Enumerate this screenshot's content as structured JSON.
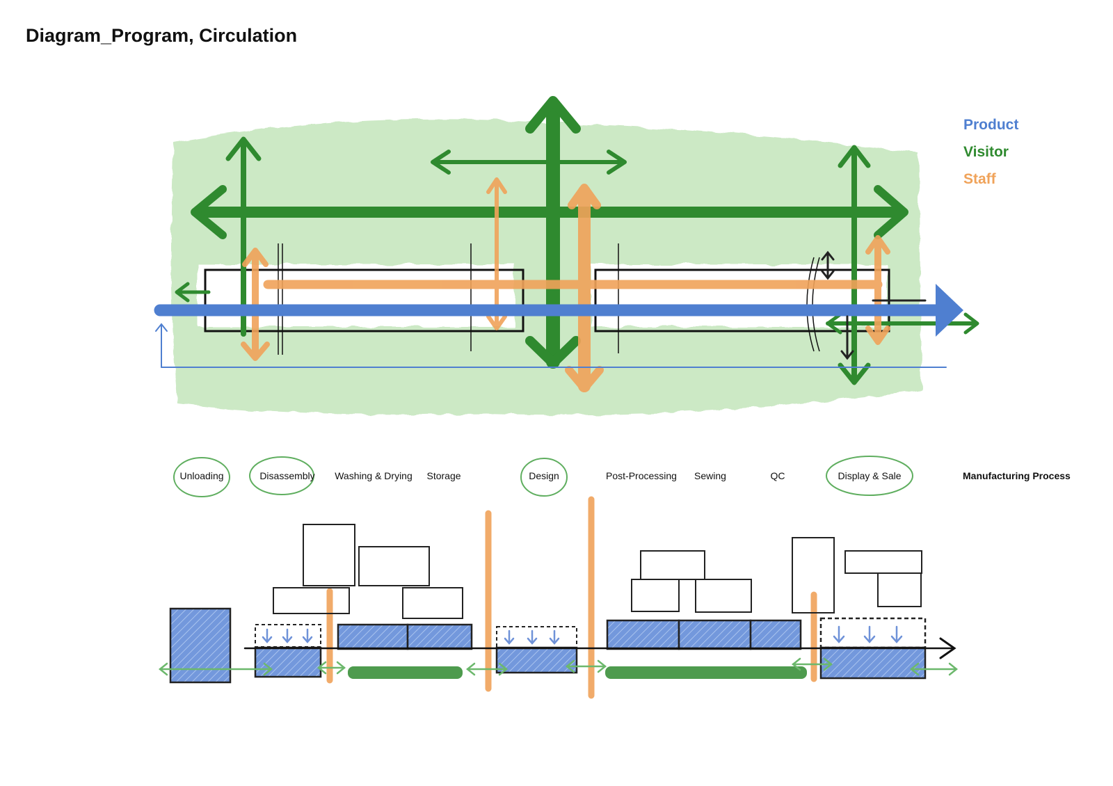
{
  "title": "Diagram_Program, Circulation",
  "legend": [
    {
      "label": "Product",
      "color": "#4f7fd0"
    },
    {
      "label": "Visitor",
      "color": "#2f8a2f"
    },
    {
      "label": "Staff",
      "color": "#f0a35a"
    }
  ],
  "stages": [
    {
      "label": "Unloading",
      "circled": true
    },
    {
      "label": "Disassembly",
      "circled": true
    },
    {
      "label": "Washing & Drying",
      "circled": false
    },
    {
      "label": "Storage",
      "circled": false
    },
    {
      "label": "Design",
      "circled": true
    },
    {
      "label": "Post-Processing",
      "circled": false
    },
    {
      "label": "Sewing",
      "circled": false
    },
    {
      "label": "QC",
      "circled": false
    },
    {
      "label": "Display & Sale",
      "circled": true
    }
  ],
  "process_label": "Manufacturing Process",
  "colors": {
    "product": "#4f7fd0",
    "visitor": "#2f8a2f",
    "visitor_zone": "#bfe3b6",
    "staff": "#f0a35a",
    "line": "#111111"
  }
}
